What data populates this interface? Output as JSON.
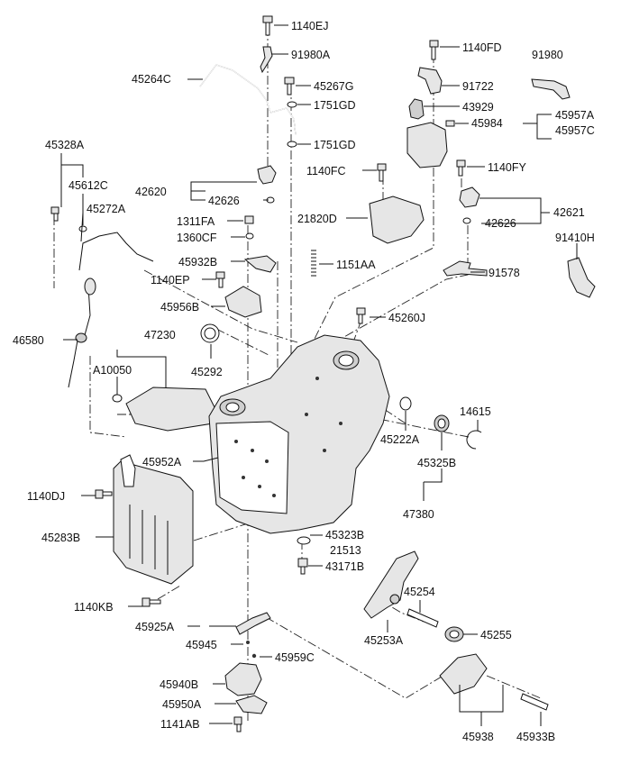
{
  "labels": {
    "p1140EJ": "1140EJ",
    "p91980A": "91980A",
    "p45264C": "45264C",
    "p45267G": "45267G",
    "p1751GD_a": "1751GD",
    "p1751GD_b": "1751GD",
    "p1140FD": "1140FD",
    "p91980": "91980",
    "p91722": "91722",
    "p43929": "43929",
    "p45984": "45984",
    "p45957A": "45957A",
    "p45957C": "45957C",
    "p45328A": "45328A",
    "p45612C": "45612C",
    "p1140FC": "1140FC",
    "p1140FY": "1140FY",
    "p42620": "42620",
    "p42626_a": "42626",
    "p45272A": "45272A",
    "p21820D": "21820D",
    "p42621": "42621",
    "p1311FA": "1311FA",
    "p42626_b": "42626",
    "p1360CF": "1360CF",
    "p91410H": "91410H",
    "p45932B": "45932B",
    "p1151AA": "1151AA",
    "p91578": "91578",
    "p1140EP": "1140EP",
    "p45956B": "45956B",
    "p45260J": "45260J",
    "p46580": "46580",
    "p47230": "47230",
    "pA10050": "A10050",
    "p45292": "45292",
    "p14615": "14615",
    "p45222A": "45222A",
    "p45325B": "45325B",
    "p45952A": "45952A",
    "p47380": "47380",
    "p1140DJ": "1140DJ",
    "p45283B": "45283B",
    "p45323B": "45323B",
    "p21513": "21513",
    "p43171B": "43171B",
    "p45254": "45254",
    "p1140KB": "1140KB",
    "p45253A": "45253A",
    "p45255": "45255",
    "p45925A": "45925A",
    "p45945": "45945",
    "p45959C": "45959C",
    "p45940B": "45940B",
    "p45950A": "45950A",
    "p1141AB": "1141AB",
    "p45938": "45938",
    "p45933B": "45933B"
  }
}
